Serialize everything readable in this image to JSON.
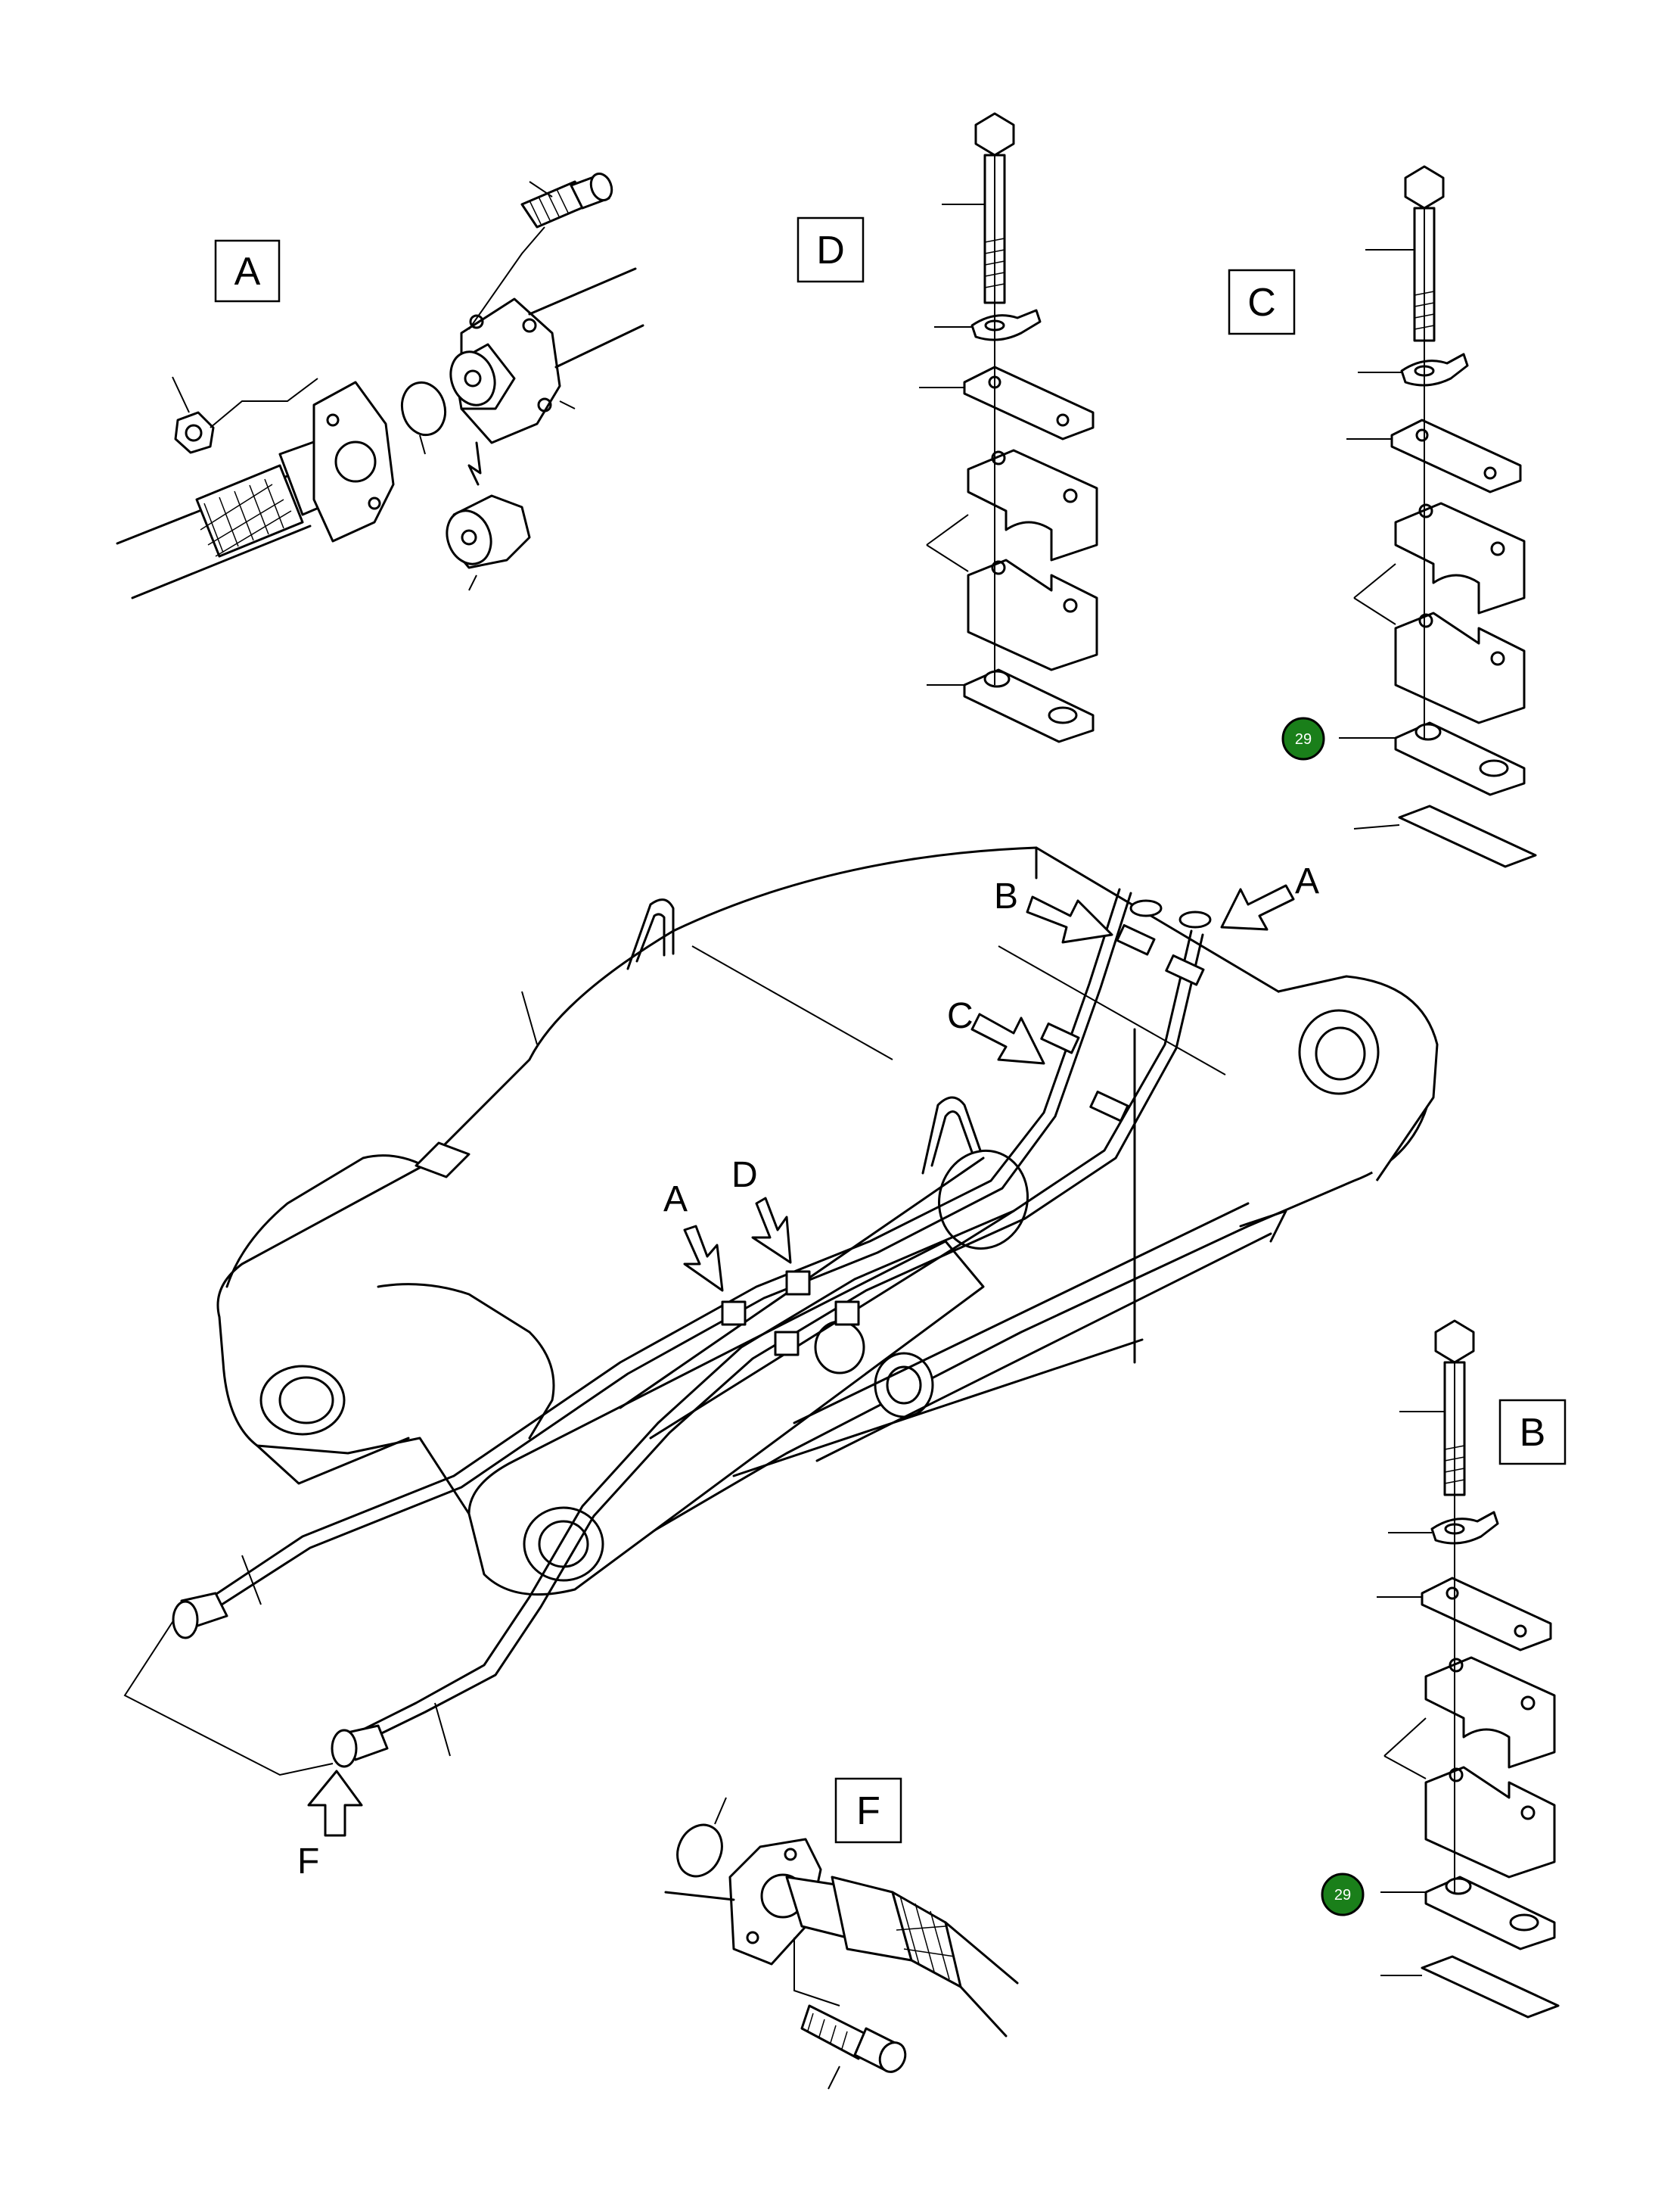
{
  "view_labels": {
    "A": "A",
    "B": "B",
    "C": "C",
    "D": "D",
    "F": "F"
  },
  "arrow_labels": {
    "b_upper": "B",
    "a_upper": "A",
    "c_mid": "C",
    "a_mid": "A",
    "d_mid": "D",
    "f_lower": "F"
  },
  "hotspots": {
    "c_detail": "29",
    "b_detail": "29"
  },
  "colors": {
    "line": "#000000",
    "hotspot": "#1a7f1a",
    "hotspot_text": "#ffffff"
  }
}
